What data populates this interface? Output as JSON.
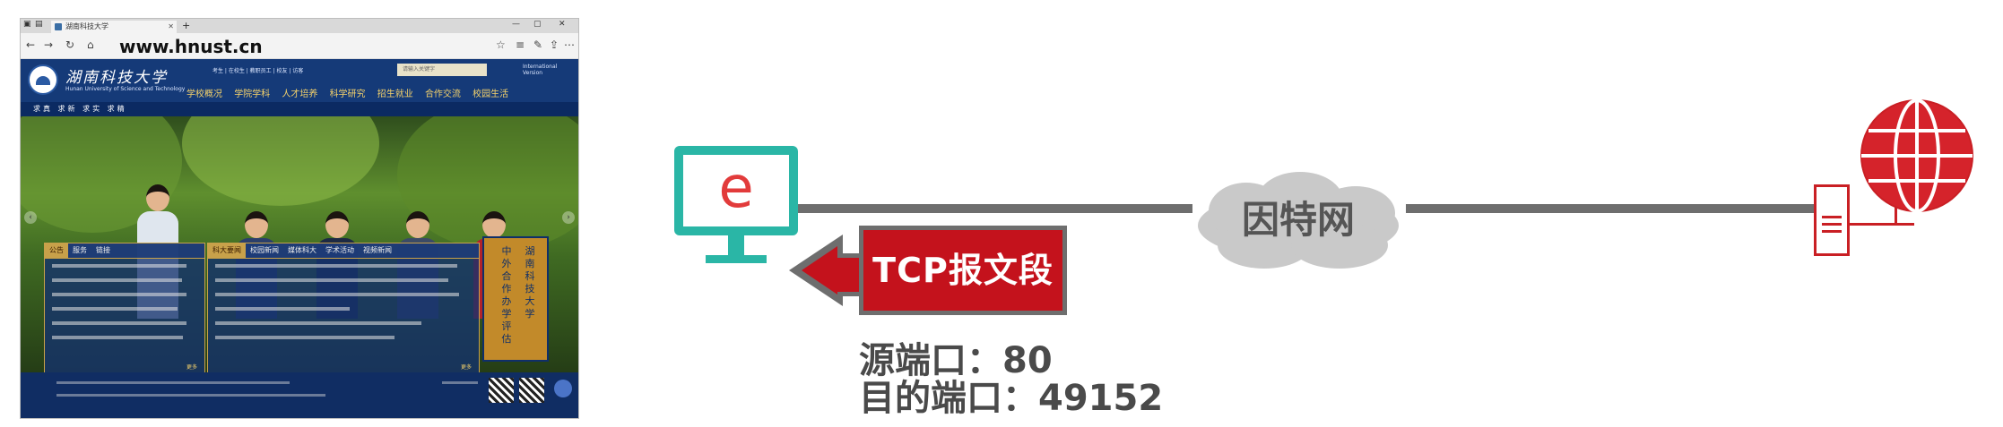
{
  "browser": {
    "tab_title": "湖南科技大学",
    "url": "www.hnust.cn",
    "site": {
      "school_name": "湖南科技大学",
      "school_name_en": "Hunan University of Science and Technology",
      "top_links": "考生 | 在校生 | 教职员工 | 校友 | 访客",
      "search_placeholder": "请输入关键字",
      "international": "International Version",
      "main_nav": [
        "学校概况",
        "学院学科",
        "人才培养",
        "科学研究",
        "招生就业",
        "合作交流",
        "校园生活"
      ],
      "motto": "求真 求新 求实 求精",
      "panel_left_tabs": [
        "公告",
        "服务",
        "链接"
      ],
      "panel_mid_tabs": [
        "科大要闻",
        "校园新闻",
        "媒体科大",
        "学术活动",
        "视频新闻"
      ],
      "more_label": "更多",
      "banner_cols": [
        "湖南科技大学",
        "中外合作办学评估"
      ]
    }
  },
  "diagram": {
    "client_icon_letter": "e",
    "cloud_label": "因特网",
    "segment_label": "TCP报文段",
    "source_port_line": "源端口：80",
    "dest_port_line": "目的端口：49152"
  },
  "colors": {
    "client_monitor": "#2ab6a6",
    "client_letter": "#e23b3b",
    "server": "#c91f24",
    "segment_fill": "#c4121c",
    "line_gray": "#6e6e6e"
  },
  "icons": {
    "client": "browser-monitor-icon",
    "server": "web-server-globe-icon",
    "cloud": "internet-cloud-icon"
  }
}
